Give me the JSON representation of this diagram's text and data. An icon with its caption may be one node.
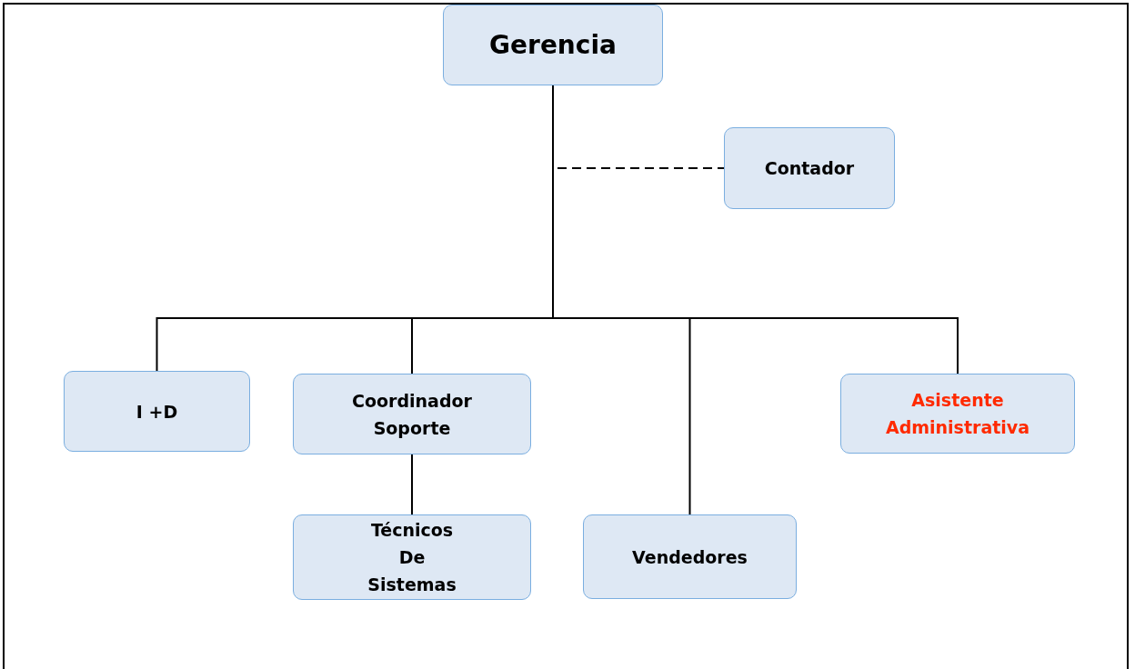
{
  "diagram": {
    "nodes": [
      {
        "text": [
          "Gerencia"
        ]
      },
      {
        "text": [
          "Contador"
        ]
      },
      {
        "text": [
          "I +D"
        ]
      },
      {
        "text": [
          "Coordinador Soporte"
        ]
      },
      {
        "text": [
          "Asistente Administrativa"
        ]
      },
      {
        "text": [
          "Técnicos De Sistemas"
        ]
      },
      {
        "text": [
          "Vendedores"
        ]
      }
    ],
    "edges": [
      {
        "from": 0,
        "to": 1,
        "arrow": "none",
        "style": "dashed"
      },
      {
        "from": 0,
        "to": 2,
        "arrow": "none"
      },
      {
        "from": 0,
        "to": 3,
        "arrow": "none"
      },
      {
        "from": 0,
        "to": 6,
        "arrow": "none"
      },
      {
        "from": 0,
        "to": 4,
        "arrow": "none"
      },
      {
        "from": 3,
        "to": 5,
        "arrow": "none"
      }
    ]
  }
}
